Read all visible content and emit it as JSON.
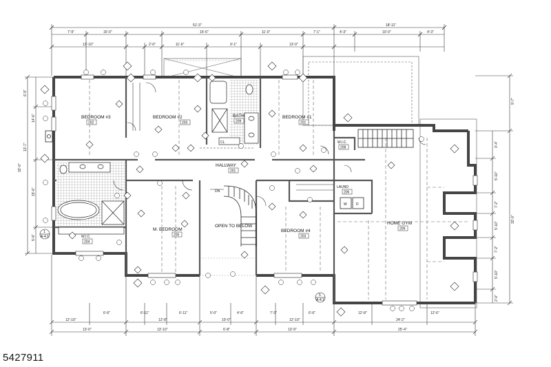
{
  "listing_id": "5427911",
  "rooms": [
    {
      "id": "bedroom3",
      "name": "BEDROOM #3",
      "number": "202"
    },
    {
      "id": "bedroom2",
      "name": "BEDROOM #2",
      "number": "203"
    },
    {
      "id": "bath",
      "name": "BATH",
      "number": "209"
    },
    {
      "id": "bedroom1",
      "name": "BEDROOM #1",
      "number": "201"
    },
    {
      "id": "hallway",
      "name": "HALLWAY",
      "number": "201"
    },
    {
      "id": "wic-upper",
      "name": "W.I.C.",
      "number": "208"
    },
    {
      "id": "laundry",
      "name": "LAUND",
      "number": "206"
    },
    {
      "id": "homegym",
      "name": "HOME GYM",
      "number": "209"
    },
    {
      "id": "mbedroom",
      "name": "M. BEDROOM",
      "number": "205"
    },
    {
      "id": "open",
      "name": "OPEN TO BELOW",
      "number": ""
    },
    {
      "id": "bedroom4",
      "name": "BEDROOM #4",
      "number": "203"
    },
    {
      "id": "wic-master",
      "name": "W.I.C.",
      "number": "204"
    }
  ],
  "top_dims_row1": [
    "7'-9\"",
    "15'-0\"",
    "15'-6\"",
    "11'-0\"",
    "7'-1\"",
    "4'-3\"",
    "10'-0\"",
    "4'-3\""
  ],
  "top_dims_row2": [
    "13'-10\"",
    "2'-0\"",
    "11'-6\"",
    "9'-1\"",
    "13'-0\""
  ],
  "top_overall": [
    "51'-3\"",
    "18'-11\""
  ],
  "bottom_dims_row1": [
    "12'-10\"",
    "6'-6\"",
    "6'-11\"",
    "12'-8\"",
    "6'-11\"",
    "5'-0\"",
    "10'-0\"",
    "4'-6\"",
    "7'-3\"",
    "12'-10\"",
    "6'-6\"",
    "12'-8\"",
    "24'-2\"",
    "12'-6\""
  ],
  "bottom_dims_row2": [
    "13'-0\"",
    "13'-10\"",
    "6'-8\"",
    "13'-9\"",
    "25'-4\""
  ],
  "left_dims": [
    "6'-5\"",
    "14'-6\"",
    "13'-7\"",
    "32'-0\"",
    "15'-6\"",
    "5'-6\""
  ],
  "right_dims": [
    "9'-7\"",
    "3'-4\"",
    "5'-10\"",
    "7'-2\"",
    "5'-10\"",
    "7'-2\"",
    "5'-10\"",
    "2'-0\"",
    "32'-0\""
  ],
  "labels": {
    "dn": "DN",
    "w": "W",
    "d": "D",
    "cl": "CL",
    "section1": "1",
    "section1_ref": "A-4.1",
    "section5": "5",
    "section5_ref": "A-4.1"
  }
}
